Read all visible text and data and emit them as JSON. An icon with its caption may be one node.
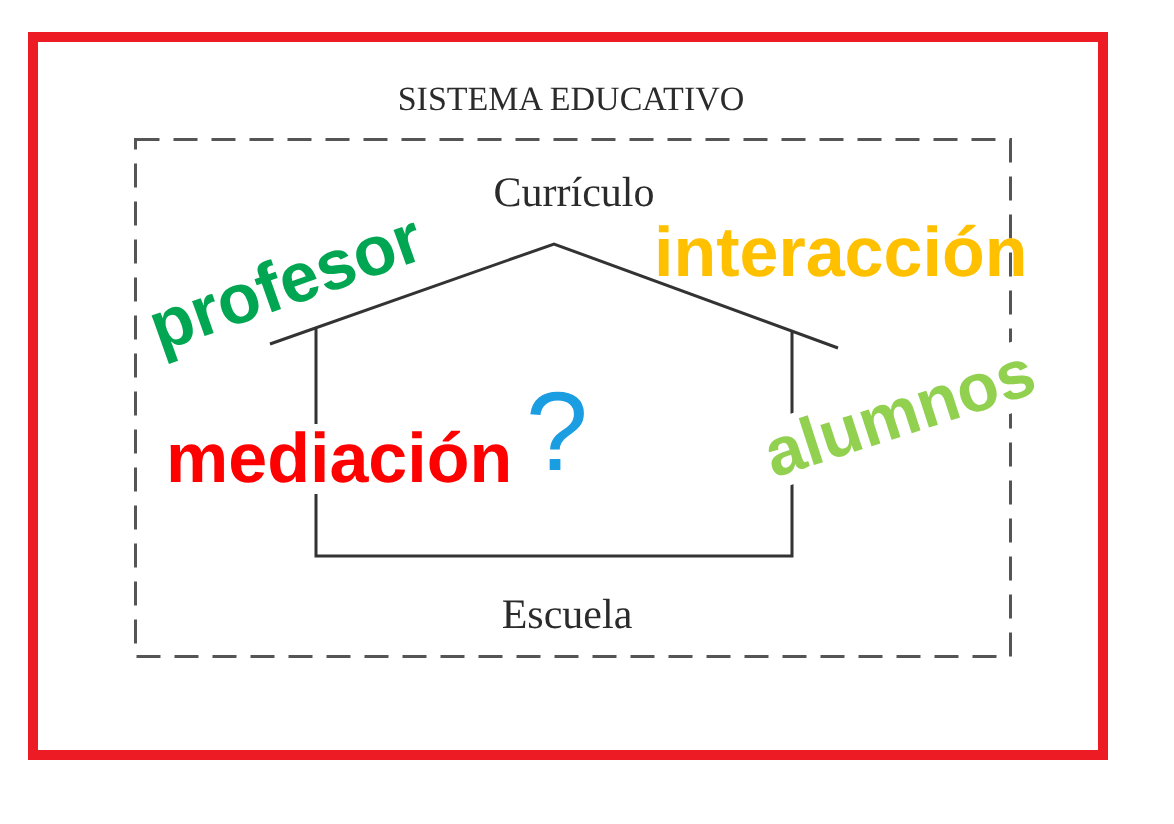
{
  "diagram": {
    "nodes": [
      {
        "text": [
          "SISTEMA EDUCATIVO"
        ]
      },
      {
        "text": [
          "Currículo",
          "Escuela"
        ],
        "in": 0
      },
      {
        "text": [
          "?"
        ],
        "in": 1
      }
    ],
    "labels": [
      "profesor",
      "interacción",
      "mediación",
      "alumnos"
    ]
  }
}
